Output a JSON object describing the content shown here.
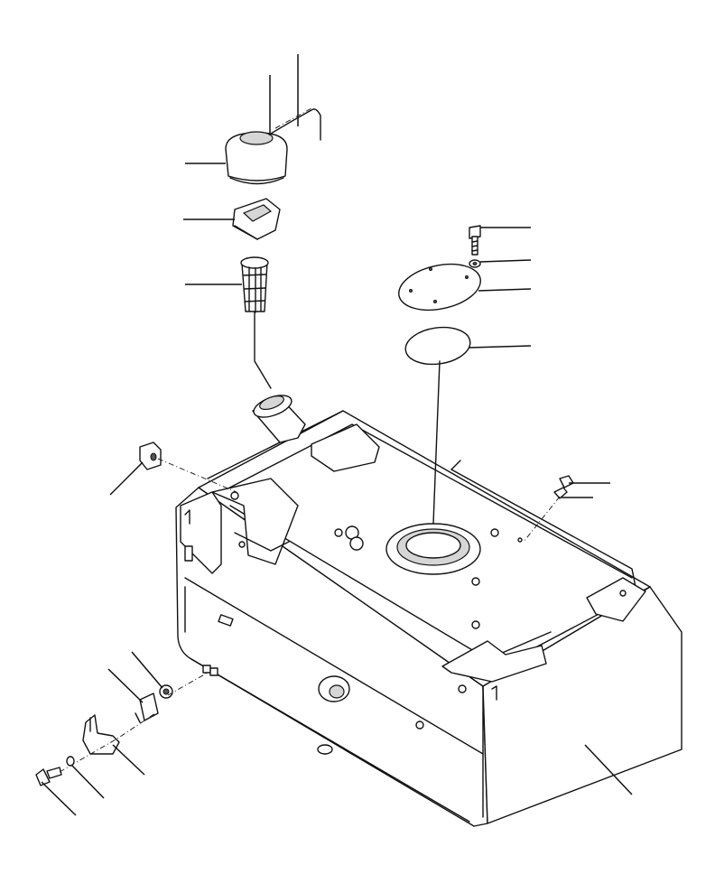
{
  "diagram": {
    "kind": "exploded parts drawing",
    "components": [
      "fuel-tank",
      "filler-cap",
      "cap-lock",
      "strainer-filter",
      "filler-neck",
      "cover-plate",
      "gasket",
      "bolt",
      "washer",
      "grommet",
      "drain-valve",
      "bracket",
      "fitting",
      "plug"
    ],
    "callout_count": 17
  }
}
